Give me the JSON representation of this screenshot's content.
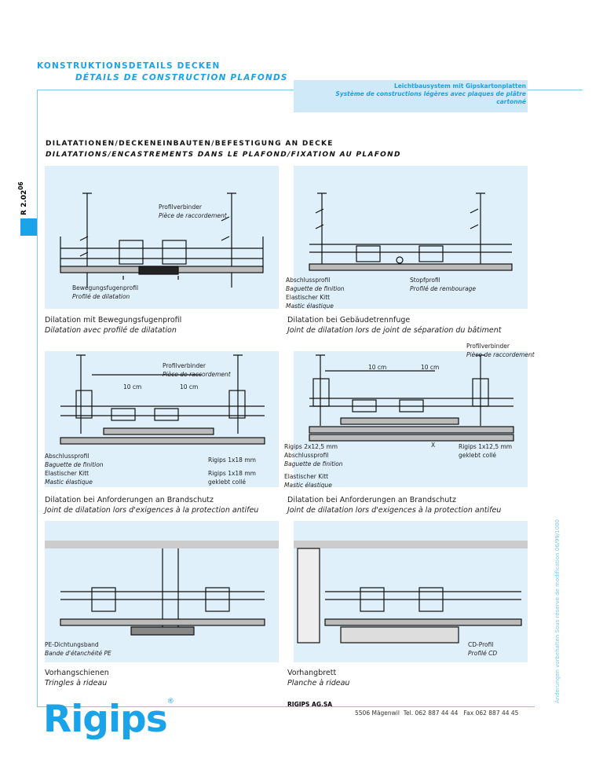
{
  "header": {
    "title_de": "KONSTRUKTIONSDETAILS DECKEN",
    "title_fr": "DÉTAILS DE CONSTRUCTION PLAFONDS",
    "system_de": "Leichtbausystem mit Gipskartonplatten",
    "system_fr_1": "Système de constructions légères avec plaques de plâtre",
    "system_fr_2": "cartonné"
  },
  "page_code": "R 2.02",
  "page_code_sup": "06",
  "section": {
    "title_de": "DILATATIONEN/DECKENEINBAUTEN/BEFESTIGUNG AN DECKE",
    "title_fr": "DILATATIONS/ENCASTREMENTS DANS LE PLAFOND/FIXATION AU PLAFOND"
  },
  "labels": {
    "profilverbinder": "Profilverbinder",
    "piece_raccordement": "Pièce de raccordement",
    "bewegungsfugenprofil": "Bewegungsfugenprofil",
    "profile_dilatation": "Profilé de dilatation",
    "abschlussprofil": "Abschlussprofil",
    "baguette": "Baguette de finition",
    "kitt": "Elastischer Kitt",
    "mastic": "Mastic élastique",
    "stopfprofil": "Stopfprofil",
    "rembourage": "Profilé de rembourage",
    "rigips18": "Rigips 1x18 mm",
    "rigips18b": "Rigips 1x18 mm",
    "geklebt": "geklebt collé",
    "rigips2x": "Rigips 2x12,5 mm",
    "rigips1x": "Rigips 1x12,5 mm",
    "geklebt2": "geklebt collé",
    "dim10": "10 cm",
    "dimx": "X",
    "pe_band": "PE-Dichtungsband",
    "pe_fr": "Bande d'étanchéité PE",
    "cd": "CD-Profil",
    "cd_fr": "Profilé CD"
  },
  "captions": [
    {
      "de": "Dilatation mit Bewegungsfugenprofil",
      "fr": "Dilatation avec profilé de dilatation"
    },
    {
      "de": "Dilatation bei Gebäudetrennfuge",
      "fr": "Joint de dilatation lors de joint de séparation du bâtiment"
    },
    {
      "de": "Dilatation bei Anforderungen an Brandschutz",
      "fr": "Joint de dilatation lors d'exigences à la protection antifeu"
    },
    {
      "de": "Dilatation bei Anforderungen an Brandschutz",
      "fr": "Joint de dilatation lors d'exigences à la protection antifeu"
    },
    {
      "de": "Vorhangschienen",
      "fr": "Tringles à rideau"
    },
    {
      "de": "Vorhangbrett",
      "fr": "Planche à rideau"
    }
  ],
  "footer": {
    "company": "RIGIPS AG.SA",
    "address": "5506 Mägenwil  Tel. 062 887 44 44   Fax 062 887 44 45",
    "logo": "Rigips",
    "reg": "®",
    "side_note": "Änderungen vorbehalten Sous réserve de modification 06/99/1000"
  }
}
